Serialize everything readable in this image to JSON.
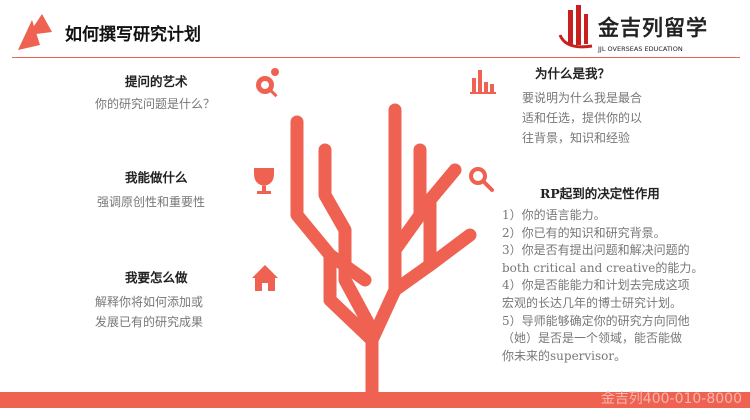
{
  "header": {
    "title": "如何撰写研究计划",
    "logo_cn": "金吉列留学",
    "logo_en": "JJL OVERSEAS EDUCATION"
  },
  "left": [
    {
      "heading": "提问的艺术",
      "text": [
        "你的研究问题是什么？"
      ]
    },
    {
      "heading": "我能做什么",
      "text": [
        "强调原创性和重要性"
      ]
    },
    {
      "heading": "我要怎么做",
      "text": [
        "解释你将如何添加或",
        "发展已有的研究成果"
      ]
    }
  ],
  "right": [
    {
      "heading": "为什么是我？",
      "text": [
        "要说明为什么我是最合",
        "适和任选，提供你的以",
        "往背景，知识和经验"
      ]
    },
    {
      "heading": "RP起到的决定性作用",
      "text": [
        "1）你的语言能力。",
        "2）你已有的知识和研究背景。",
        "3）你是否有提出问题和解决问题的",
        "both critical and creative的能力。",
        "4）你是否能能力和计划去完成这项",
        "宏观的长达几年的博士研究计划。",
        "5）导师能够确定你的研究方向同他",
        "（她）是否是一个领域，能否能做",
        "你未来的supervisor。"
      ]
    }
  ],
  "footer": {
    "text": "金吉列400-010-8000"
  },
  "colors": {
    "accent": "#ef6150"
  }
}
